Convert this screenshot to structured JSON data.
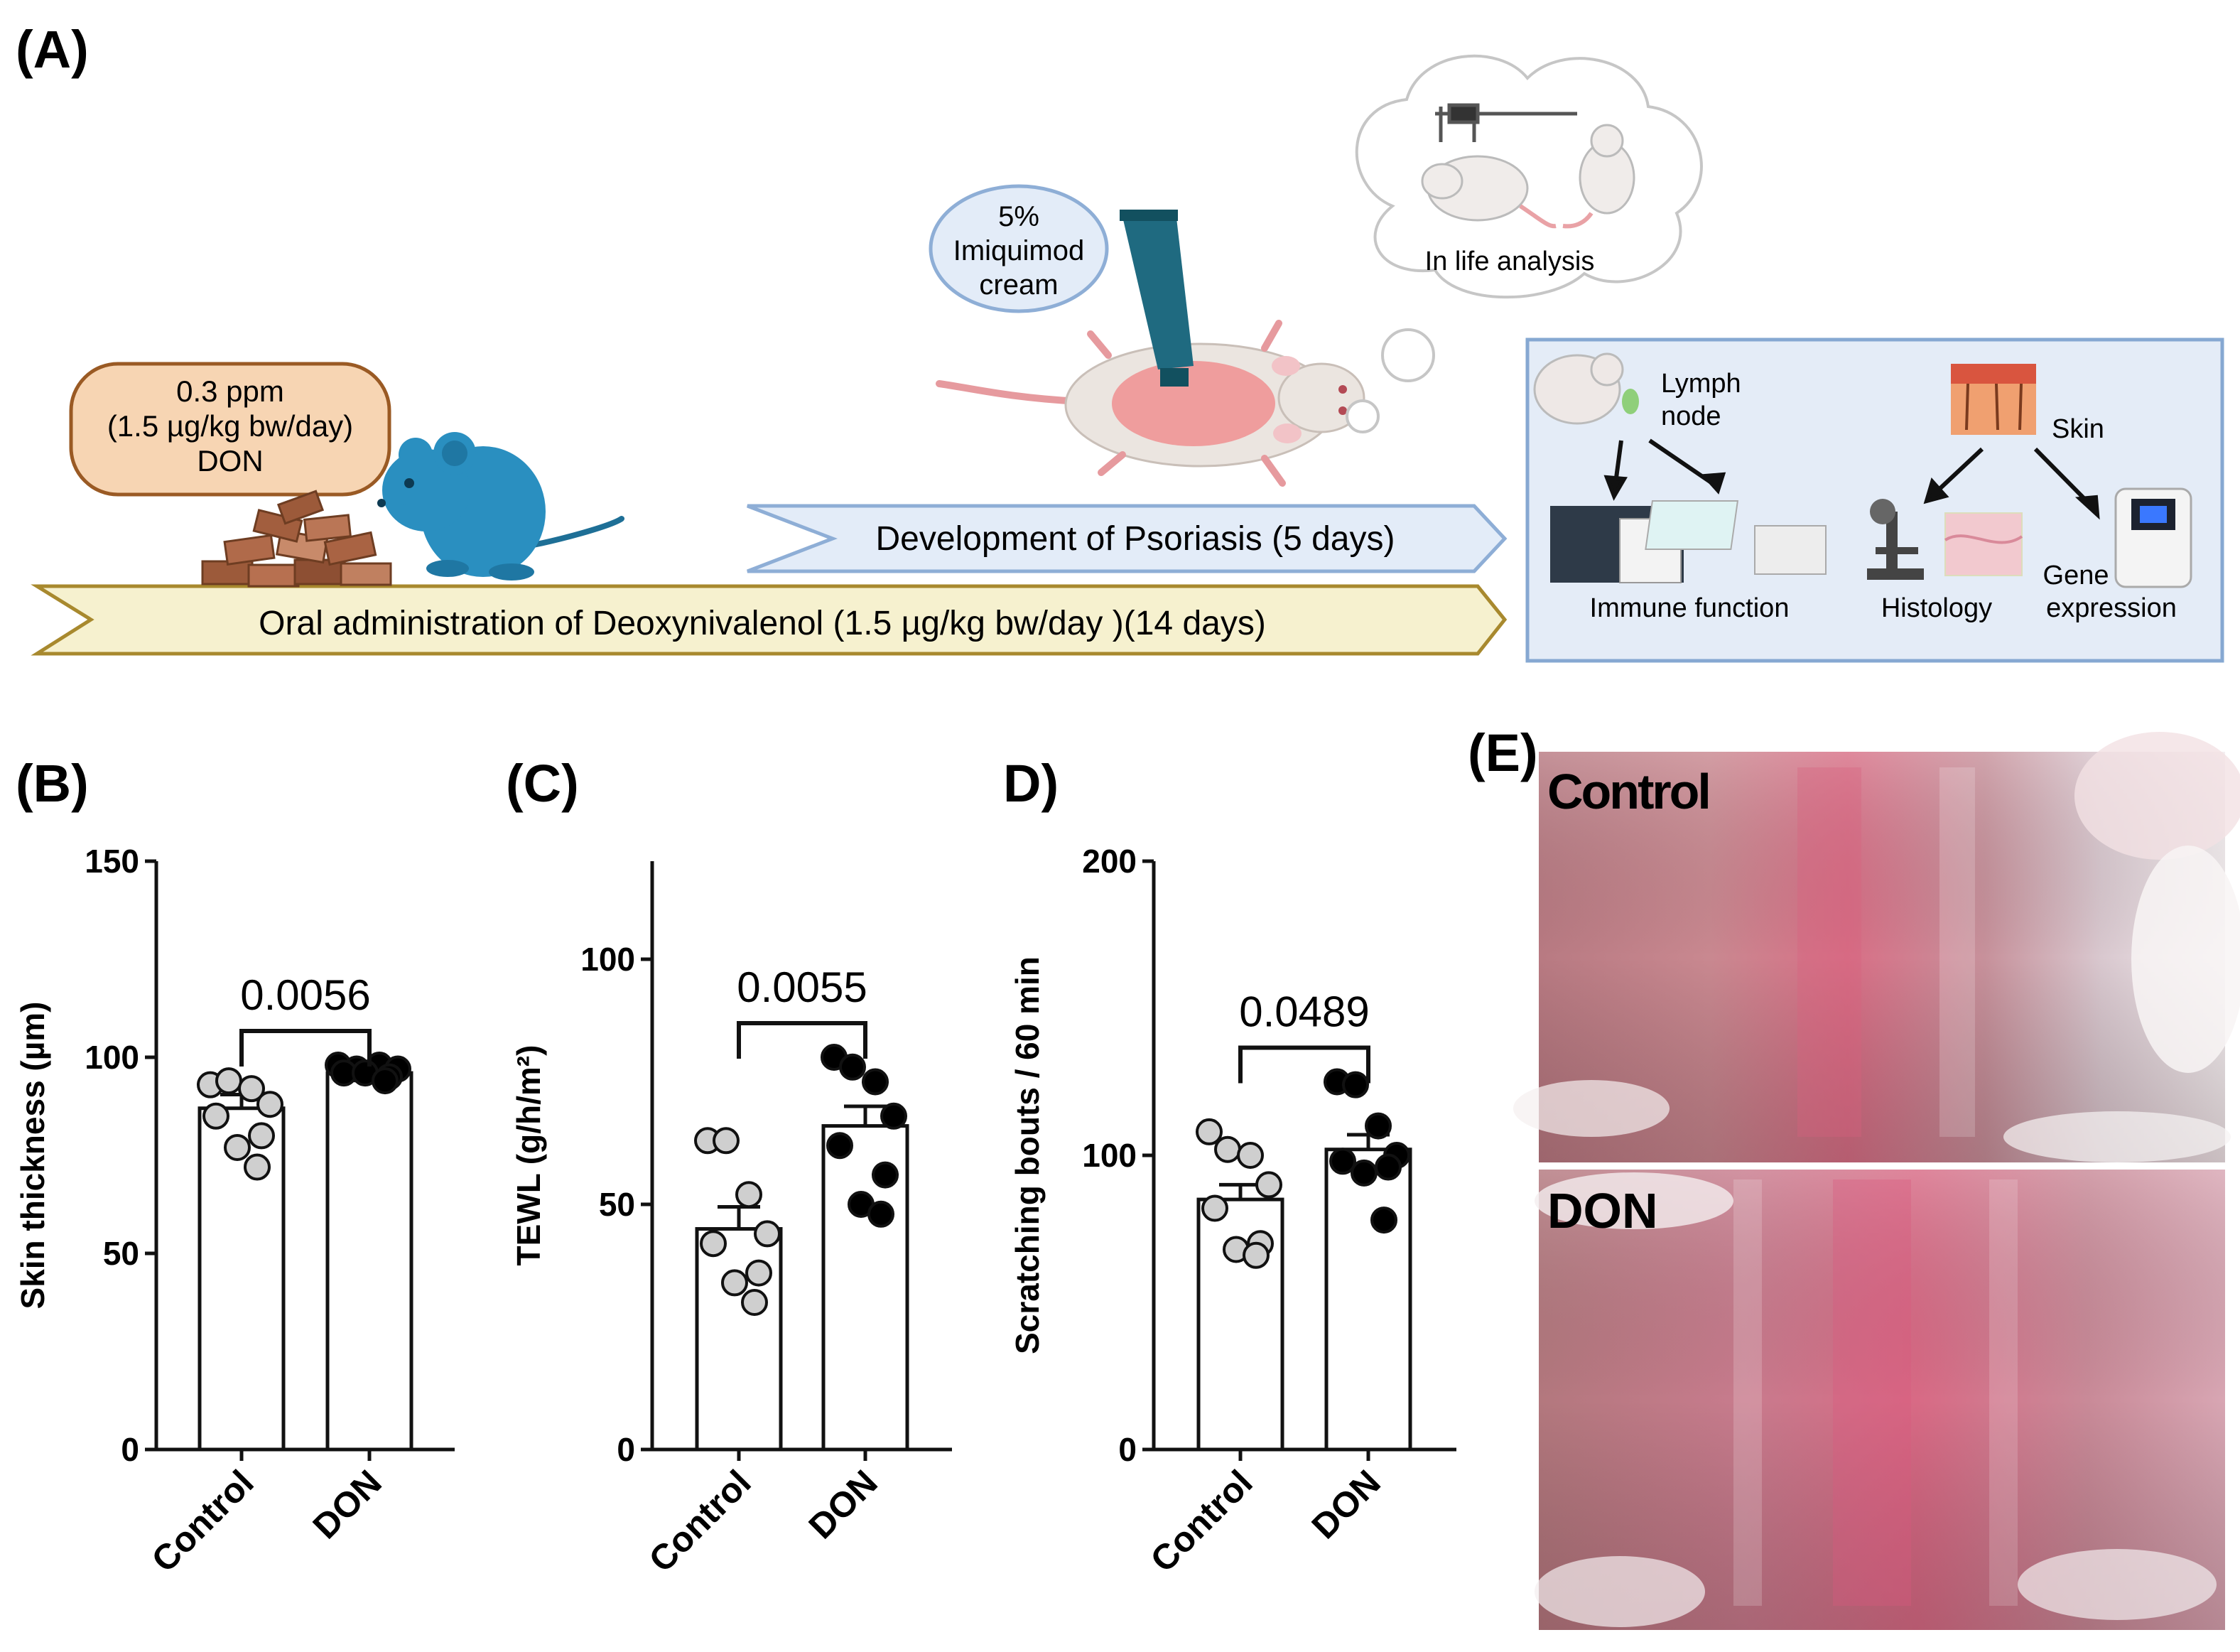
{
  "panel_labels": {
    "a": "(A)",
    "b": "(B)",
    "c": "(C)",
    "d": "D)",
    "e": "(E)"
  },
  "schematic": {
    "diet_box": [
      "0.3 ppm",
      "(1.5 µg/kg bw/day)",
      "DON"
    ],
    "cream_bubble": [
      "5%",
      "Imiquimod",
      "cream"
    ],
    "thought_label": "In life analysis",
    "psoriasis_arrow": "Development of Psoriasis (5 days)",
    "oral_arrow": "Oral administration of Deoxynivalenol (1.5 µg/kg bw/day )(14 days)",
    "analysis": {
      "lymph_node": [
        "Lymph",
        "node"
      ],
      "skin": "Skin",
      "immune_function": "Immune function",
      "histology": "Histology",
      "gene_expression": [
        "Gene",
        "expression"
      ]
    },
    "colors": {
      "mouse": "#2a8fc0",
      "diet_box_fill": "#f7d5b3",
      "diet_box_stroke": "#9a5a24",
      "psoriasis_fill": "#e3ecf8",
      "psoriasis_stroke": "#8eaed6",
      "oral_fill": "#f6f1cf",
      "oral_stroke": "#a8892e",
      "analysis_fill": "#e4ecf7",
      "analysis_stroke": "#86a8d2"
    }
  },
  "photos": {
    "top_label": "Control",
    "bottom_label": "DON"
  },
  "chart_data": [
    {
      "type": "bar",
      "panel": "B",
      "categories": [
        "Control",
        "DON"
      ],
      "values": [
        87,
        96
      ],
      "sem": [
        3.5,
        1
      ],
      "points": [
        [
          93,
          94,
          92,
          88,
          85,
          80,
          77,
          72
        ],
        [
          98,
          97,
          98,
          97,
          96,
          95,
          96,
          94
        ]
      ],
      "ylabel": "Skin thickness (µm)",
      "ylim": [
        0,
        150
      ],
      "yticks": [
        0,
        50,
        100,
        150
      ],
      "pvalue": "0.0056",
      "point_fill": [
        "#cfcfcf",
        "#000000"
      ]
    },
    {
      "type": "bar",
      "panel": "C",
      "categories": [
        "Control",
        "DON"
      ],
      "values": [
        45,
        66
      ],
      "sem": [
        4.5,
        4
      ],
      "points": [
        [
          63,
          63,
          52,
          44,
          42,
          36,
          34,
          30
        ],
        [
          80,
          78,
          75,
          68,
          62,
          56,
          50,
          48
        ]
      ],
      "ylabel": "TEWL (g/h/m²)",
      "ylim": [
        0,
        120
      ],
      "yticks": [
        0,
        50,
        100
      ],
      "pvalue": "0.0055",
      "point_fill": [
        "#cfcfcf",
        "#000000"
      ]
    },
    {
      "type": "bar",
      "panel": "D",
      "categories": [
        "Control",
        "DON"
      ],
      "values": [
        85,
        102
      ],
      "sem": [
        5,
        5
      ],
      "points": [
        [
          108,
          102,
          100,
          90,
          82,
          70,
          68,
          66
        ],
        [
          125,
          124,
          110,
          100,
          98,
          96,
          94,
          78
        ]
      ],
      "ylabel": "Scratching bouts / 60 min",
      "ylim": [
        0,
        200
      ],
      "yticks": [
        0,
        100,
        200
      ],
      "pvalue": "0.0489",
      "point_fill": [
        "#cfcfcf",
        "#000000"
      ]
    }
  ]
}
